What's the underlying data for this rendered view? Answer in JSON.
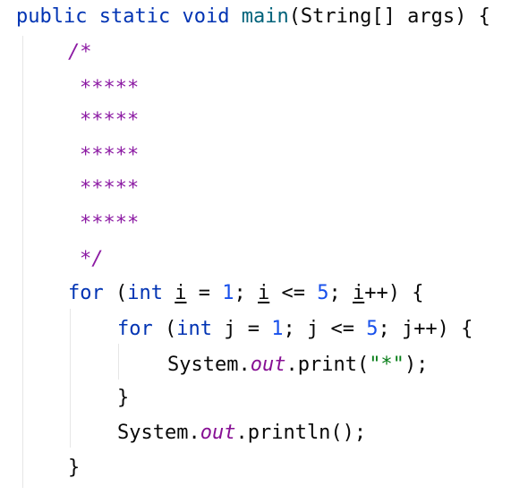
{
  "code": {
    "signature": {
      "kw_public": "public",
      "kw_static": "static",
      "kw_void": "void",
      "method": "main",
      "params": "(String[] args) {"
    },
    "comment_open": "/*",
    "comment_rows": [
      "*****",
      "*****",
      "*****",
      "*****",
      "*****"
    ],
    "comment_close": "*/",
    "outer_for": {
      "kw_for": "for",
      "p1": " (",
      "kw_int": "int",
      "var1": "i",
      "p2": " = ",
      "start": "1",
      "p3": "; ",
      "var2": "i",
      "p4": " <= ",
      "limit": "5",
      "p5": "; ",
      "var3": "i",
      "p6": "++) {"
    },
    "inner_for": {
      "kw_for": "for",
      "p1": " (",
      "kw_int": "int",
      "rest1": " j = ",
      "start": "1",
      "rest2": "; j <= ",
      "limit": "5",
      "rest3": "; j++) {"
    },
    "print_stmt": {
      "obj": "System.",
      "field": "out",
      "method": ".print(",
      "arg": "\"*\"",
      "end": ");"
    },
    "inner_close": "}",
    "println_stmt": {
      "obj": "System.",
      "field": "out",
      "method": ".println();"
    },
    "outer_close": "}"
  }
}
